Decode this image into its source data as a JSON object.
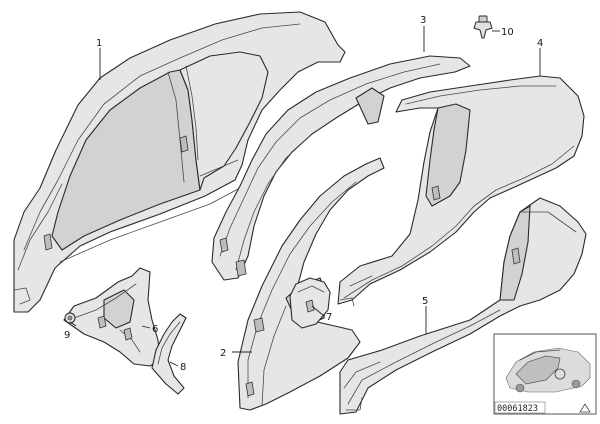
{
  "callouts": {
    "c1": "1",
    "c2": "2",
    "c3": "3",
    "c4": "4",
    "c5": "5",
    "c6": "6",
    "c7": "7",
    "c8": "8",
    "c9": "9",
    "c10": "10"
  },
  "thumbnail": {
    "part_number": "00061823"
  },
  "icons": {
    "corner_mark": "triangle-warning-icon"
  }
}
